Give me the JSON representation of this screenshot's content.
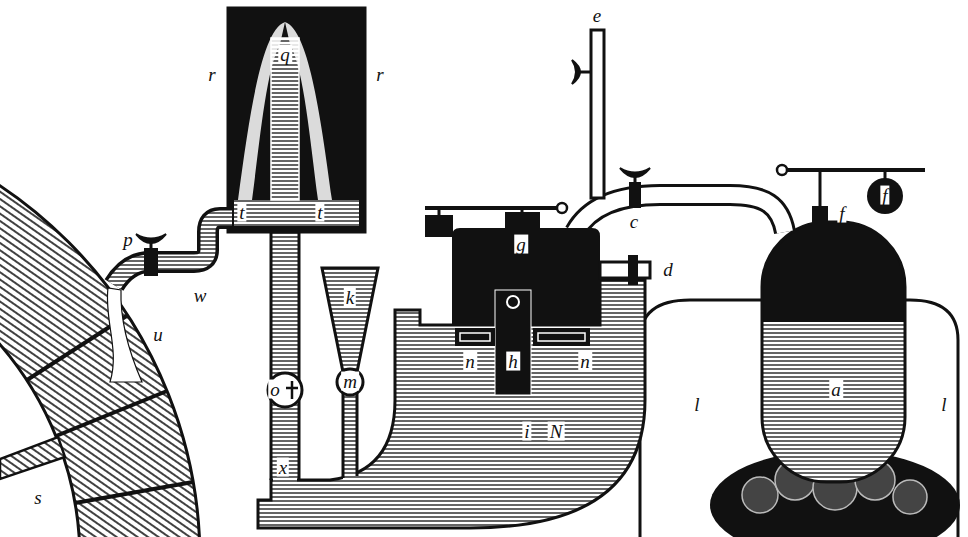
{
  "diagram": {
    "labels": [
      "e",
      "q",
      "r",
      "r",
      "f",
      "t",
      "t",
      "f",
      "p",
      "c",
      "g",
      "d",
      "k",
      "w",
      "u",
      "n",
      "h",
      "n",
      "o",
      "m",
      "a",
      "l",
      "l",
      "i",
      "N",
      "x",
      "s"
    ]
  }
}
